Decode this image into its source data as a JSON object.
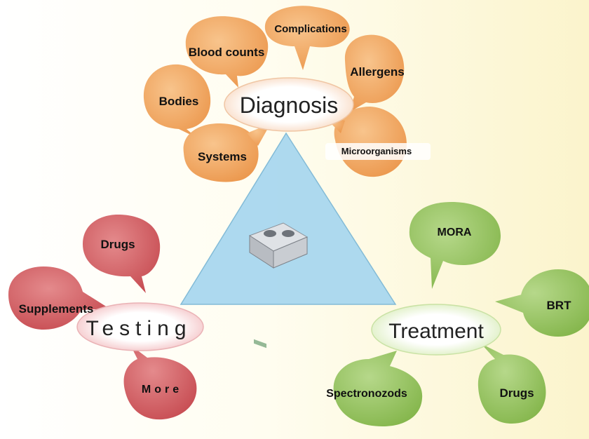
{
  "hubs": {
    "diagnosis": "Diagnosis",
    "testing": "Testing",
    "treatment": "Treatment"
  },
  "diagnosis_items": {
    "complications": "Complications",
    "blood_counts": "Blood counts",
    "allergens": "Allergens",
    "bodies": "Bodies",
    "systems": "Systems",
    "microorganisms": "Microorganisms"
  },
  "testing_items": {
    "drugs": "Drugs",
    "supplements": "Supplements",
    "more": "More"
  },
  "treatment_items": {
    "mora": "MORA",
    "brt": "BRT",
    "spectronozods": "Spectronozods",
    "drugs": "Drugs"
  },
  "colors": {
    "diagnosis_bubble": "#f2a35a",
    "testing_bubble": "#cf5a5e",
    "treatment_bubble": "#92c05a",
    "triangle": "#aad8ee",
    "background_left": "#ffffff",
    "background_right": "#fcf6d2"
  },
  "icons": {
    "center_device": "device-icon"
  }
}
